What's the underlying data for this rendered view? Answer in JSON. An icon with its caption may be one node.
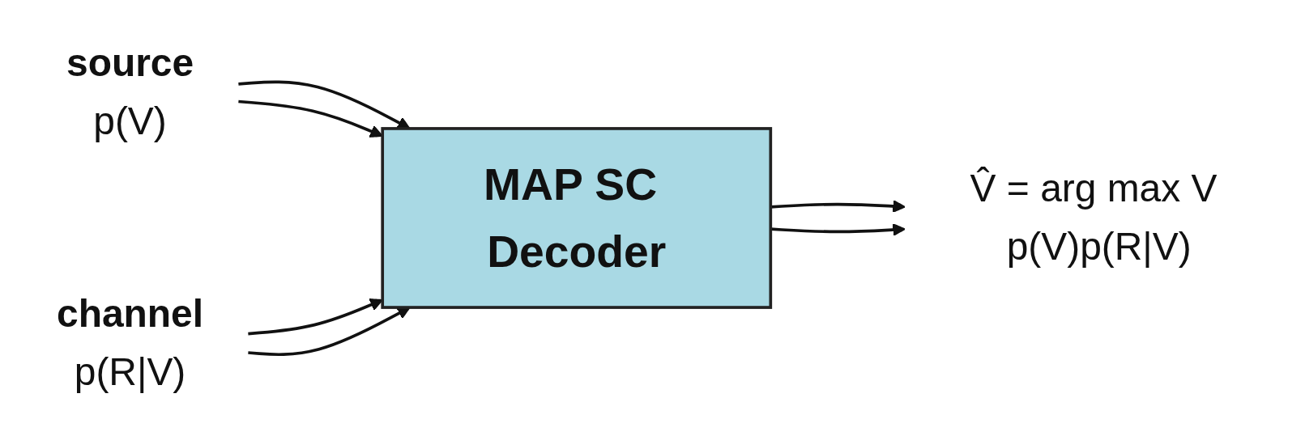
{
  "diagram": {
    "nodes": [
      {
        "text": [
          "source",
          "p(V)"
        ]
      },
      {
        "text": [
          "channel",
          "p(R|V)"
        ]
      },
      {
        "text": [
          "MAP SC Decoder"
        ]
      },
      {
        "text": [
          "V̂ = arg max V p(V)p(R|V)"
        ]
      }
    ],
    "edges": [
      {
        "from": 0,
        "to": 2,
        "arrow": "to"
      },
      {
        "from": 0,
        "to": 2,
        "arrow": "to"
      },
      {
        "from": 1,
        "to": 2,
        "arrow": "to"
      },
      {
        "from": 1,
        "to": 2,
        "arrow": "to"
      },
      {
        "from": 2,
        "to": 3,
        "arrow": "to"
      },
      {
        "from": 2,
        "to": 3,
        "arrow": "to"
      }
    ]
  }
}
